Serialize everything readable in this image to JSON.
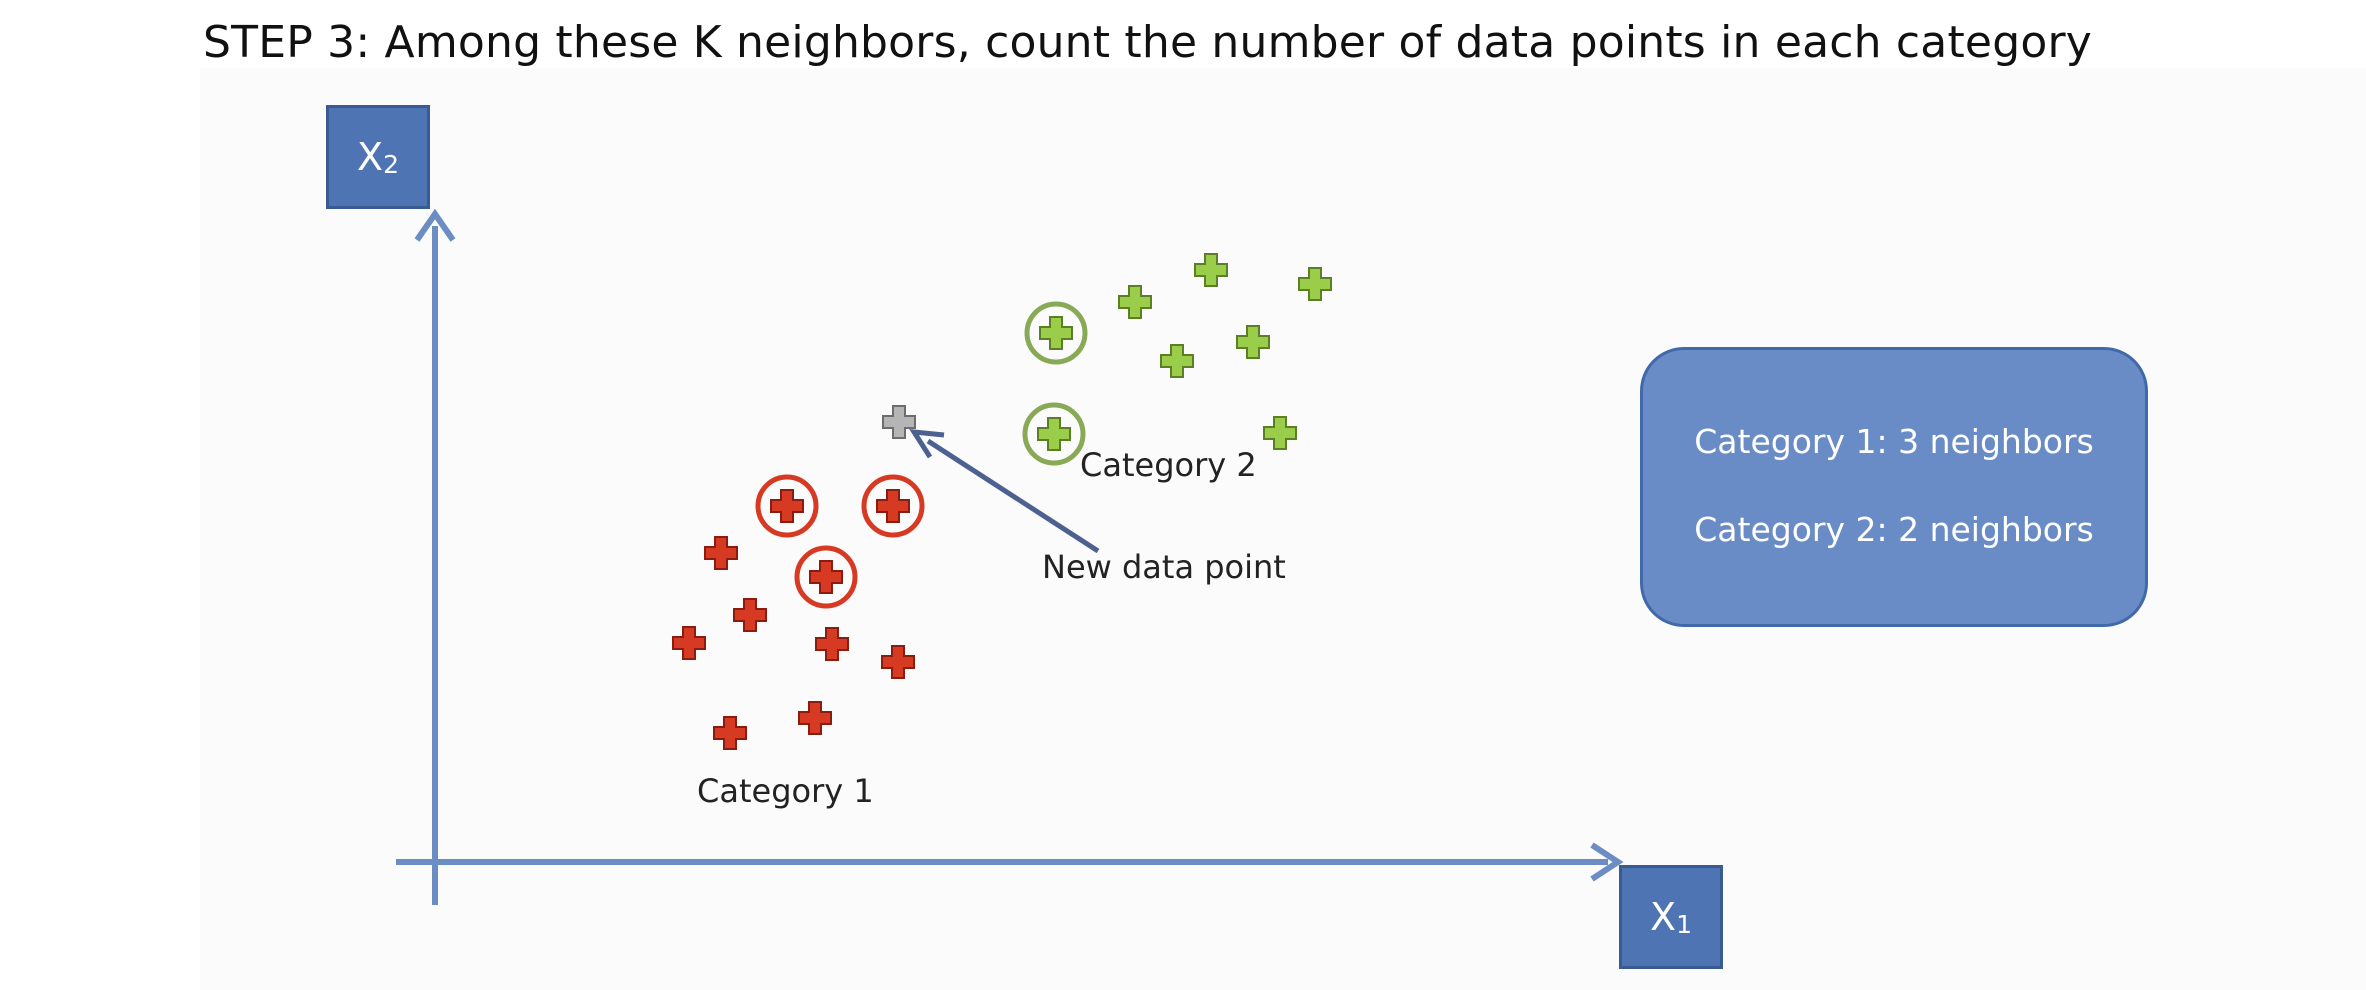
{
  "slide": {
    "title": "STEP 3: Among these K neighbors, count the number of data points in each category"
  },
  "axes": {
    "x": {
      "name": "X",
      "subscript": "1"
    },
    "y": {
      "name": "X",
      "subscript": "2"
    }
  },
  "labels": {
    "category_1": "Category 1",
    "category_2": "Category 2",
    "new_point": "New data point"
  },
  "summary": {
    "line_1": "Category 1: 3 neighbors",
    "line_2": "Category 2: 2 neighbors"
  },
  "colors": {
    "axis": "#6b8dc4",
    "axis_box": "#4f74b3",
    "category_1": "#d63a22",
    "category_2": "#9acd4a",
    "new_point": "#b5b5b5",
    "arrow": "#4c6190",
    "summary_box": "#6a8cc6"
  },
  "icons": {
    "data_point": "plus-marker",
    "neighbor_highlight": "circle-ring"
  },
  "points": {
    "category_1": [
      {
        "neighbor": true
      },
      {
        "neighbor": true
      },
      {
        "neighbor": true
      },
      {
        "neighbor": false
      },
      {
        "neighbor": false
      },
      {
        "neighbor": false
      },
      {
        "neighbor": false
      },
      {
        "neighbor": false
      },
      {
        "neighbor": false
      },
      {
        "neighbor": false
      }
    ],
    "category_2": [
      {
        "neighbor": true
      },
      {
        "neighbor": true
      },
      {
        "neighbor": false
      },
      {
        "neighbor": false
      },
      {
        "neighbor": false
      },
      {
        "neighbor": false
      },
      {
        "neighbor": false
      },
      {
        "neighbor": false
      }
    ],
    "new_point": {
      "neighbor": false
    }
  }
}
